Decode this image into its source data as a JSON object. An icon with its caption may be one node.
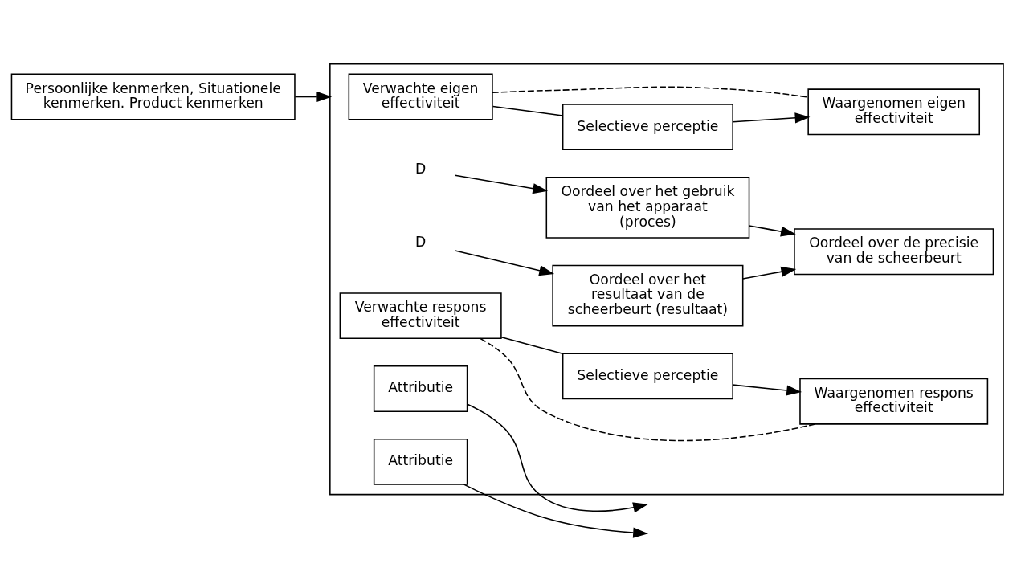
{
  "diagram": {
    "nodes": [
      {
        "text": [],
        "shape": "box"
      },
      {
        "text": [
          "Verwachte eigen effectiviteit"
        ],
        "in": 0
      },
      {
        "text": [
          "Selectieve perceptie"
        ],
        "in": 0
      },
      {
        "text": [
          "Waargenomen eigen effectiviteit"
        ],
        "in": 0
      },
      {
        "text": [
          "D"
        ],
        "in": 0
      },
      {
        "text": [
          "Attributie"
        ],
        "in": 0
      },
      {
        "text": [
          "Oordeel over het gebruik van het apparaat (proces)"
        ],
        "in": 0
      },
      {
        "text": [
          "Oordeel over de precisie van de scheerbeurt"
        ],
        "in": 0
      },
      {
        "text": [
          "Verwachte respons effectiviteit"
        ],
        "in": 0
      },
      {
        "text": [
          "Selectieve perceptie"
        ],
        "in": 0
      },
      {
        "text": [
          "Waargenomen respons effectiviteit"
        ],
        "in": 0
      },
      {
        "text": [
          "D"
        ],
        "in": 0
      },
      {
        "text": [
          "Oordeel over het resultaat van de scheerbeurt (resultaat)"
        ],
        "in": 0
      },
      {
        "text": [
          "Attributie"
        ],
        "in": 0
      },
      {
        "text": [
          "Persoonlijke kenmerken, Situationele kenmerken. Product kenmerken"
        ]
      }
    ],
    "edges": [
      {
        "from": 1,
        "to": 2,
        "arrow": "none"
      },
      {
        "from": 2,
        "to": 3,
        "arrow": "to"
      },
      {
        "from": 1,
        "to": 3,
        "arrow": "none",
        "style": "dashed"
      },
      {
        "from": 4,
        "to": 6,
        "arrow": "to"
      },
      {
        "from": 5,
        "to": null,
        "arrow": "to"
      },
      {
        "from": 6,
        "to": 7,
        "arrow": "to"
      },
      {
        "from": 8,
        "to": 9,
        "arrow": "none"
      },
      {
        "from": 9,
        "to": 10,
        "arrow": "to"
      },
      {
        "from": 8,
        "to": 10,
        "arrow": "none",
        "style": "dashed"
      },
      {
        "from": 11,
        "to": 12,
        "arrow": "to"
      },
      {
        "from": 13,
        "to": null,
        "arrow": "to"
      },
      {
        "from": 12,
        "to": 7,
        "arrow": "to"
      },
      {
        "from": 14,
        "to": 0,
        "arrow": "to"
      }
    ]
  }
}
